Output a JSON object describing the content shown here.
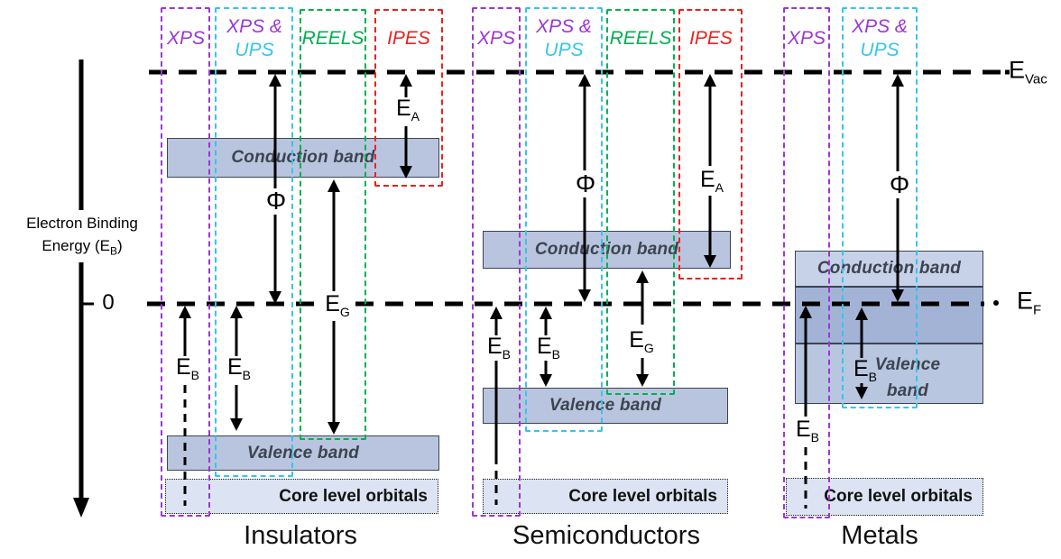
{
  "axis": {
    "label_line1": "Electron Binding",
    "label_line2_pre": "Energy (E",
    "label_line2_sub": "B",
    "label_line2_post": ")",
    "zero": "0"
  },
  "levels": {
    "evac_main": "E",
    "evac_sub": "Vac",
    "ef_main": "E",
    "ef_sub": "F"
  },
  "techniques": {
    "xps": "XPS",
    "xps_amp": "XPS &",
    "ups": "UPS",
    "reels": "REELS",
    "ipes": "IPES"
  },
  "bands": {
    "conduction": "Conduction band",
    "valence": "Valence band",
    "valence_line1": "Valence",
    "valence_line2": "band",
    "core": "Core level orbitals"
  },
  "energy_labels": {
    "phi": "Φ",
    "e_main": "E",
    "sub_a": "A",
    "sub_b": "B",
    "sub_g": "G"
  },
  "sections": {
    "insulators": "Insulators",
    "semiconductors": "Semiconductors",
    "metals": "Metals"
  },
  "colors": {
    "xps_purple": "#9c36d6",
    "ups_cyan": "#35c4f0",
    "reels_green": "#00b050",
    "ipes_red": "#e8231e",
    "band_fill": "#b9c5de",
    "metal_band_light": "#c7d1e7",
    "metal_band_overlap": "#a3b3d6",
    "core_fill": "#dce3f2"
  }
}
